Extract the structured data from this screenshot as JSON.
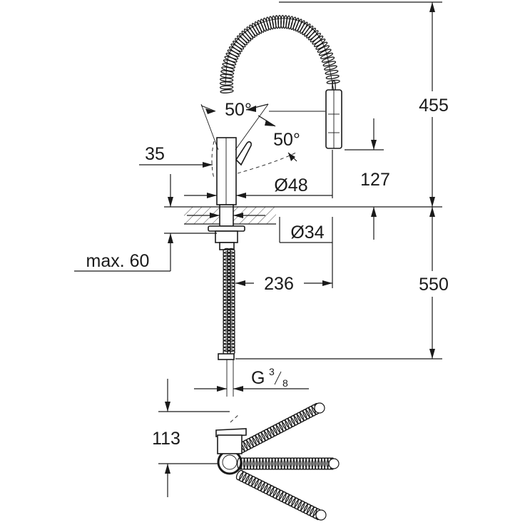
{
  "dimensions": {
    "angle_left": "50°",
    "angle_right": "50°",
    "d35": "35",
    "d127": "127",
    "d48": "Ø48",
    "d455": "455",
    "d34": "Ø34",
    "max60": "max. 60",
    "d236": "236",
    "d550": "550",
    "thread_g": "G",
    "thread_num": "3",
    "thread_den": "8",
    "d113": "113"
  },
  "colors": {
    "line": "#1a1a1a",
    "background": "#ffffff"
  }
}
